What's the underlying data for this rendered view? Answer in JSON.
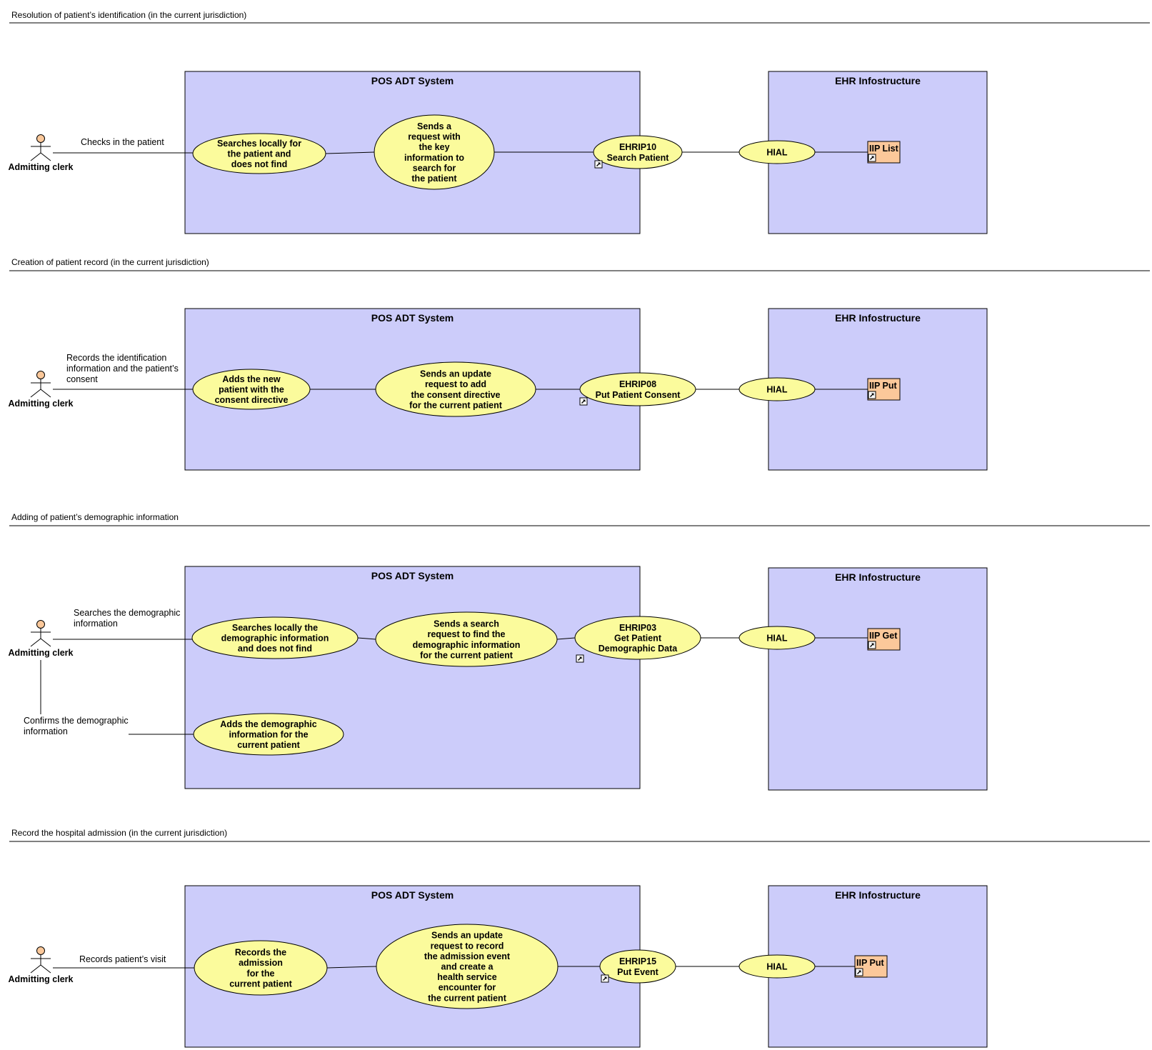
{
  "colors": {
    "system_fill": "#ccccfa",
    "usecase_fill": "#fbfb9c",
    "iip_fill": "#fbc89a",
    "actor_head": "#fbc89a"
  },
  "icons": [
    "shortcut-arrow-icon",
    "actor-stick-figure-icon"
  ],
  "sections": [
    {
      "title": "Resolution of patient’s identification (in the current jurisdiction)",
      "actor": "Admitting clerk",
      "actor_label": [
        "Checks in the patient"
      ],
      "pos_title": "POS ADT System",
      "ehr_title": "EHR Infostructure",
      "uc1": [
        "Searches locally for",
        "the patient and",
        "does not find"
      ],
      "uc2": [
        "Sends a",
        "request with",
        "the key",
        "information to",
        "search for",
        "the patient"
      ],
      "ehrip": [
        "EHRIP10",
        "Search Patient"
      ],
      "hial": "HIAL",
      "iip": "IIP List"
    },
    {
      "title": "Creation of patient record (in the current jurisdiction)",
      "actor": "Admitting clerk",
      "actor_label": [
        "Records the identification",
        "information and the patient’s",
        "consent"
      ],
      "pos_title": "POS ADT System",
      "ehr_title": "EHR Infostructure",
      "uc1": [
        "Adds the new",
        "patient with the",
        "consent directive"
      ],
      "uc2": [
        "Sends an update",
        "request to add",
        "the consent directive",
        "for the current patient"
      ],
      "ehrip": [
        "EHRIP08",
        "Put Patient Consent"
      ],
      "hial": "HIAL",
      "iip": "IIP Put"
    },
    {
      "title": "Adding of patient’s demographic information",
      "actor": "Admitting clerk",
      "actor_label": [
        "Searches the demographic",
        "information"
      ],
      "actor_label2": [
        "Confirms the demographic",
        "information"
      ],
      "pos_title": "POS ADT System",
      "ehr_title": "EHR Infostructure",
      "uc1": [
        "Searches locally the",
        "demographic information",
        "and does not find"
      ],
      "uc2": [
        "Sends a search",
        "request to find the",
        "demographic information",
        "for the current patient"
      ],
      "uc3": [
        "Adds the demographic",
        "information for the",
        "current patient"
      ],
      "ehrip": [
        "EHRIP03",
        "Get Patient",
        "Demographic Data"
      ],
      "hial": "HIAL",
      "iip": "IIP Get"
    },
    {
      "title": "Record the hospital admission (in the current jurisdiction)",
      "actor": "Admitting clerk",
      "actor_label": [
        "Records patient’s visit"
      ],
      "pos_title": "POS ADT System",
      "ehr_title": "EHR Infostructure",
      "uc1": [
        "Records the",
        "admission",
        "for the",
        "current patient"
      ],
      "uc2": [
        "Sends an update",
        "request to record",
        "the admission event",
        "and create a",
        "health service",
        "encounter for",
        "the current patient"
      ],
      "ehrip": [
        "EHRIP15",
        "Put Event"
      ],
      "hial": "HIAL",
      "iip": "IIP Put"
    }
  ]
}
